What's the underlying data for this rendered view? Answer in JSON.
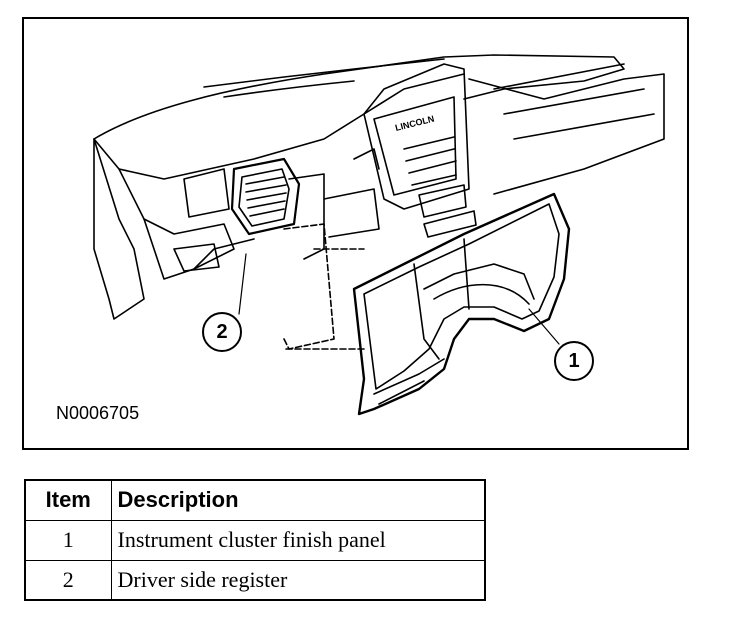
{
  "figure": {
    "id_label": "N0006705",
    "dashboard_brand_text": "LINCOLN",
    "callouts": [
      {
        "number": "1"
      },
      {
        "number": "2"
      }
    ]
  },
  "legend": {
    "headers": {
      "item": "Item",
      "description": "Description"
    },
    "rows": [
      {
        "item": "1",
        "description": "Instrument cluster finish panel"
      },
      {
        "item": "2",
        "description": "Driver side register"
      }
    ]
  }
}
